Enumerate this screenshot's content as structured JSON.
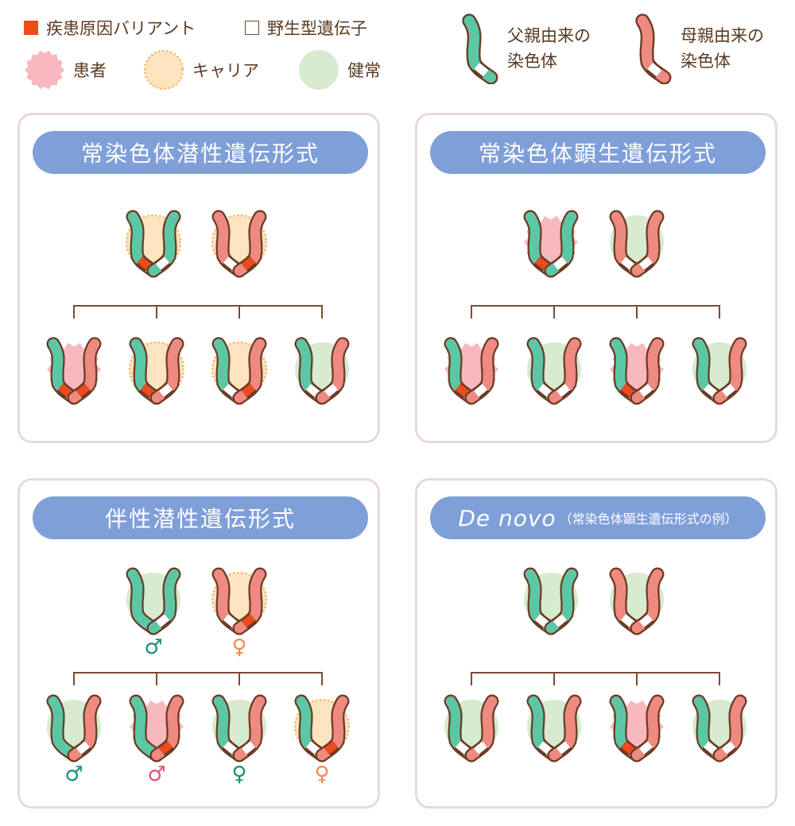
{
  "legend": {
    "variant_label": "疾患原因バリアント",
    "wild_label": "野生型遺伝子",
    "patient_label": "患者",
    "carrier_label": "キャリア",
    "healthy_label": "健常",
    "paternal_line1": "父親由来の",
    "paternal_line2": "染色体",
    "maternal_line1": "母親由来の",
    "maternal_line2": "染色体"
  },
  "colors": {
    "variant": "#ee4a1b",
    "paternal": "#5cc7a5",
    "maternal": "#ee8a7f",
    "outline": "#6b3a25",
    "patient_bg": "#f7b9bd",
    "carrier_bg": "#fde3be",
    "carrier_dots": "#f4b45f",
    "healthy_bg": "#d6ebcf",
    "line": "#7a4a33",
    "title_bg": "#7f9fd8",
    "male_sym_green": "#1a9270",
    "male_sym_pink": "#e0507a",
    "female_sym_green": "#1a9270",
    "female_sym_orange": "#ef8a53"
  },
  "panels": [
    {
      "title": "常染色体潜性遺伝形式",
      "parents": [
        {
          "status": "carrier",
          "pair": [
            "pat",
            "pat"
          ],
          "marks": [
            "variant",
            "wild"
          ],
          "sex": ""
        },
        {
          "status": "carrier",
          "pair": [
            "mat",
            "mat"
          ],
          "marks": [
            "wild",
            "variant"
          ],
          "sex": ""
        }
      ],
      "children": [
        {
          "status": "patient",
          "pair": [
            "pat",
            "mat"
          ],
          "marks": [
            "variant",
            "variant"
          ],
          "sex": ""
        },
        {
          "status": "carrier",
          "pair": [
            "pat",
            "mat"
          ],
          "marks": [
            "variant",
            "wild"
          ],
          "sex": ""
        },
        {
          "status": "carrier",
          "pair": [
            "pat",
            "mat"
          ],
          "marks": [
            "wild",
            "variant"
          ],
          "sex": ""
        },
        {
          "status": "healthy",
          "pair": [
            "pat",
            "mat"
          ],
          "marks": [
            "wild",
            "wild"
          ],
          "sex": ""
        }
      ]
    },
    {
      "title": "常染色体顕生遺伝形式",
      "parents": [
        {
          "status": "patient",
          "pair": [
            "pat",
            "pat"
          ],
          "marks": [
            "variant",
            "wild"
          ],
          "sex": ""
        },
        {
          "status": "healthy",
          "pair": [
            "mat",
            "mat"
          ],
          "marks": [
            "wild",
            "wild"
          ],
          "sex": ""
        }
      ],
      "children": [
        {
          "status": "patient",
          "pair": [
            "pat",
            "mat"
          ],
          "marks": [
            "variant",
            "wild"
          ],
          "sex": ""
        },
        {
          "status": "healthy",
          "pair": [
            "pat",
            "mat"
          ],
          "marks": [
            "wild",
            "wild"
          ],
          "sex": ""
        },
        {
          "status": "patient",
          "pair": [
            "pat",
            "mat"
          ],
          "marks": [
            "variant",
            "wild"
          ],
          "sex": ""
        },
        {
          "status": "healthy",
          "pair": [
            "pat",
            "mat"
          ],
          "marks": [
            "wild",
            "wild"
          ],
          "sex": ""
        }
      ]
    },
    {
      "title": "伴性潜性遺伝形式",
      "parents": [
        {
          "status": "healthy",
          "pair": [
            "pat",
            "pat"
          ],
          "marks": [
            "none",
            "wild"
          ],
          "sex": "♂",
          "sex_color": "#1a9270"
        },
        {
          "status": "carrier",
          "pair": [
            "mat",
            "mat"
          ],
          "marks": [
            "wild",
            "variant"
          ],
          "sex": "♀",
          "sex_color": "#ef8a53"
        }
      ],
      "children": [
        {
          "status": "healthy",
          "pair": [
            "pat",
            "mat"
          ],
          "marks": [
            "none",
            "wild"
          ],
          "sex": "♂",
          "sex_color": "#1a9270"
        },
        {
          "status": "patient",
          "pair": [
            "pat",
            "mat"
          ],
          "marks": [
            "none",
            "variant"
          ],
          "sex": "♂",
          "sex_color": "#e0507a"
        },
        {
          "status": "healthy",
          "pair": [
            "pat",
            "mat"
          ],
          "marks": [
            "wild",
            "wild"
          ],
          "sex": "♀",
          "sex_color": "#1a9270"
        },
        {
          "status": "carrier",
          "pair": [
            "pat",
            "mat"
          ],
          "marks": [
            "wild",
            "variant"
          ],
          "sex": "♀",
          "sex_color": "#ef8a53"
        }
      ]
    },
    {
      "title": "De novo",
      "title_note": "（常染色体顕生遺伝形式の例）",
      "parents": [
        {
          "status": "healthy",
          "pair": [
            "pat",
            "pat"
          ],
          "marks": [
            "wild",
            "wild"
          ],
          "sex": ""
        },
        {
          "status": "healthy",
          "pair": [
            "mat",
            "mat"
          ],
          "marks": [
            "wild",
            "wild"
          ],
          "sex": ""
        }
      ],
      "children": [
        {
          "status": "healthy",
          "pair": [
            "pat",
            "mat"
          ],
          "marks": [
            "wild",
            "wild"
          ],
          "sex": ""
        },
        {
          "status": "healthy",
          "pair": [
            "pat",
            "mat"
          ],
          "marks": [
            "wild",
            "wild"
          ],
          "sex": ""
        },
        {
          "status": "patient",
          "pair": [
            "pat",
            "mat"
          ],
          "marks": [
            "variant",
            "wild"
          ],
          "sex": ""
        },
        {
          "status": "healthy",
          "pair": [
            "pat",
            "mat"
          ],
          "marks": [
            "wild",
            "wild"
          ],
          "sex": ""
        }
      ]
    }
  ]
}
